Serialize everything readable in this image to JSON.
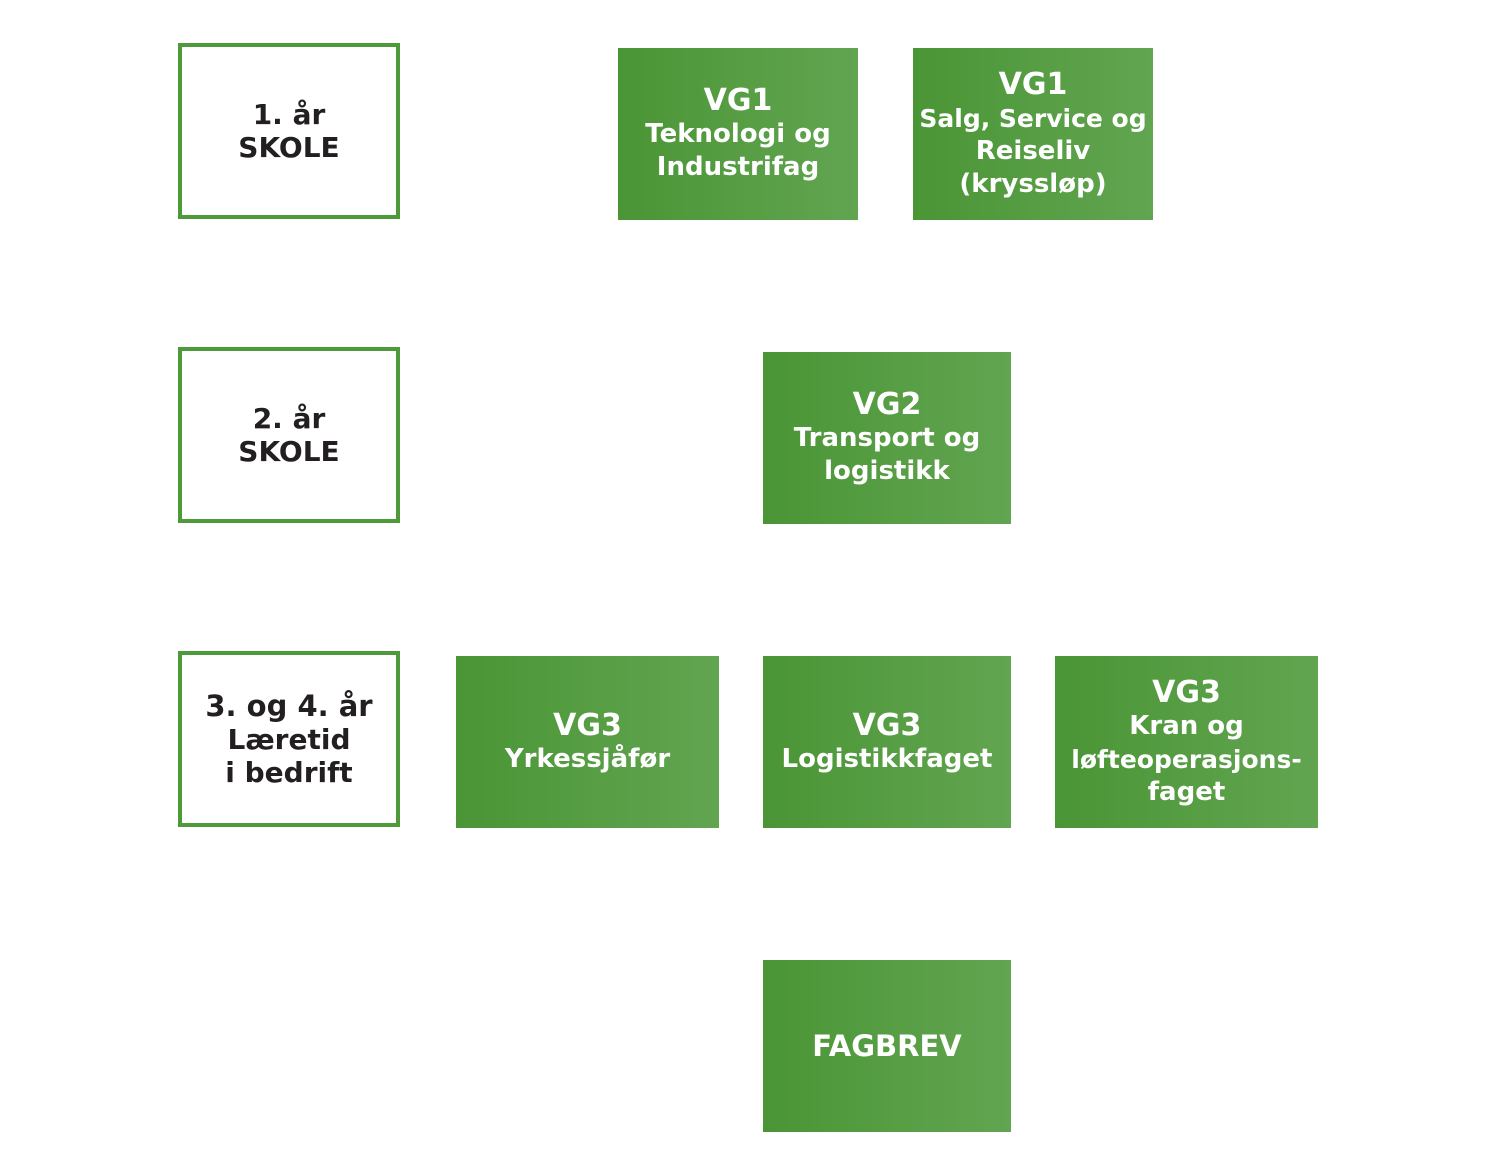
{
  "stages": [
    {
      "line1": "1. år",
      "line2": "SKOLE",
      "line3": ""
    },
    {
      "line1": "2. år",
      "line2": "SKOLE",
      "line3": ""
    },
    {
      "line1": "3. og 4. år",
      "line2": "Læretid",
      "line3": "i bedrift"
    }
  ],
  "nodes": {
    "vg1_teknologi": {
      "code": "VG1",
      "lines": [
        "Teknologi og",
        "Industrifag"
      ]
    },
    "vg1_salg": {
      "code": "VG1",
      "lines": [
        "Salg, Service og",
        "Reiseliv",
        "(kryssløp)"
      ]
    },
    "vg2_transport": {
      "code": "VG2",
      "lines": [
        "Transport og",
        "logistikk"
      ]
    },
    "vg3_yrkes": {
      "code": "VG3",
      "lines": [
        "Yrkessjåfør"
      ]
    },
    "vg3_logistikk": {
      "code": "VG3",
      "lines": [
        "Logistikkfaget"
      ]
    },
    "vg3_kran": {
      "code": "VG3",
      "lines": [
        "Kran og",
        "løfteoperasjons-",
        "faget"
      ]
    },
    "fagbrev": {
      "label": "FAGBREV"
    }
  },
  "colors": {
    "accent": "#4c9a3a",
    "node_start": "#4a9535",
    "node_end": "#62a551",
    "stage_text": "#231f20"
  }
}
